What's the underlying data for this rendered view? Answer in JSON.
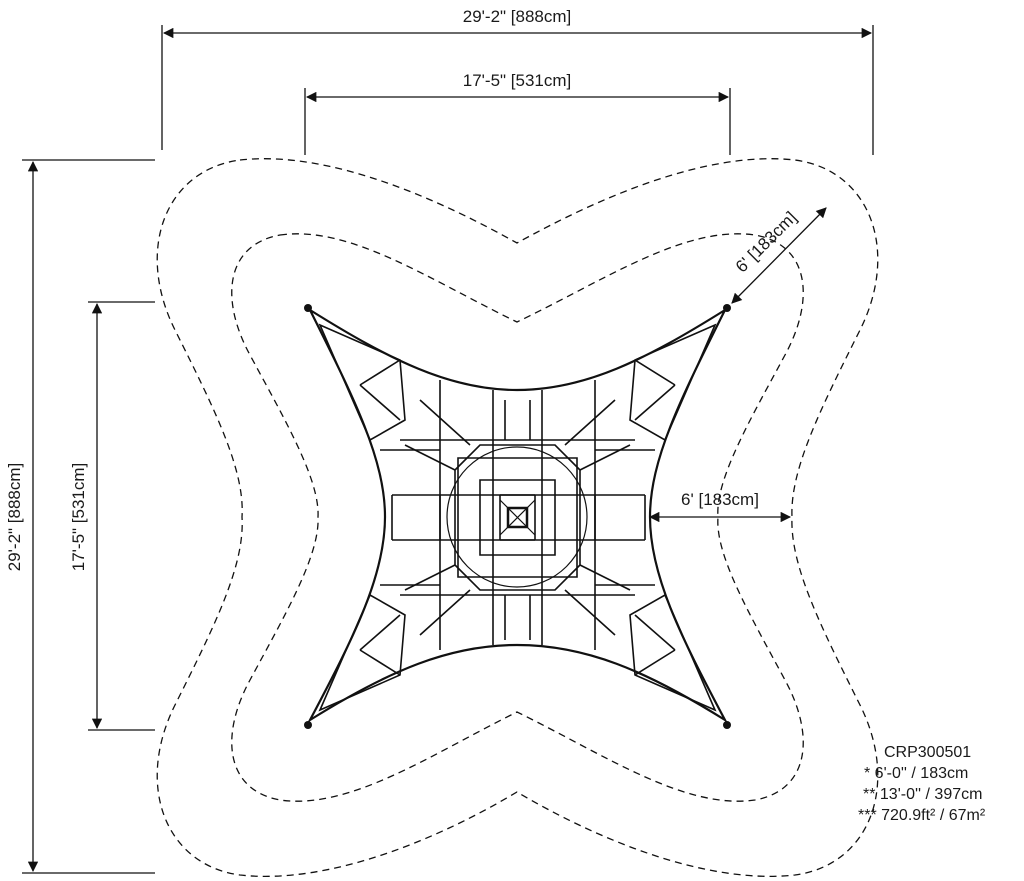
{
  "dimensions": {
    "overall_width": "29'-2\" [888cm]",
    "structure_width": "17'-5\" [531cm]",
    "overall_height": "29'-2\" [888cm]",
    "structure_height": "17'-5\" [531cm]",
    "diagonal_clearance": "6' [183cm]",
    "side_clearance": "6' [183cm]"
  },
  "info": {
    "product_code": "CRP300501",
    "line1": "* 6'-0'' / 183cm",
    "line2": "** 13'-0'' / 397cm",
    "line3": "*** 720.9ft² / 67m²"
  }
}
